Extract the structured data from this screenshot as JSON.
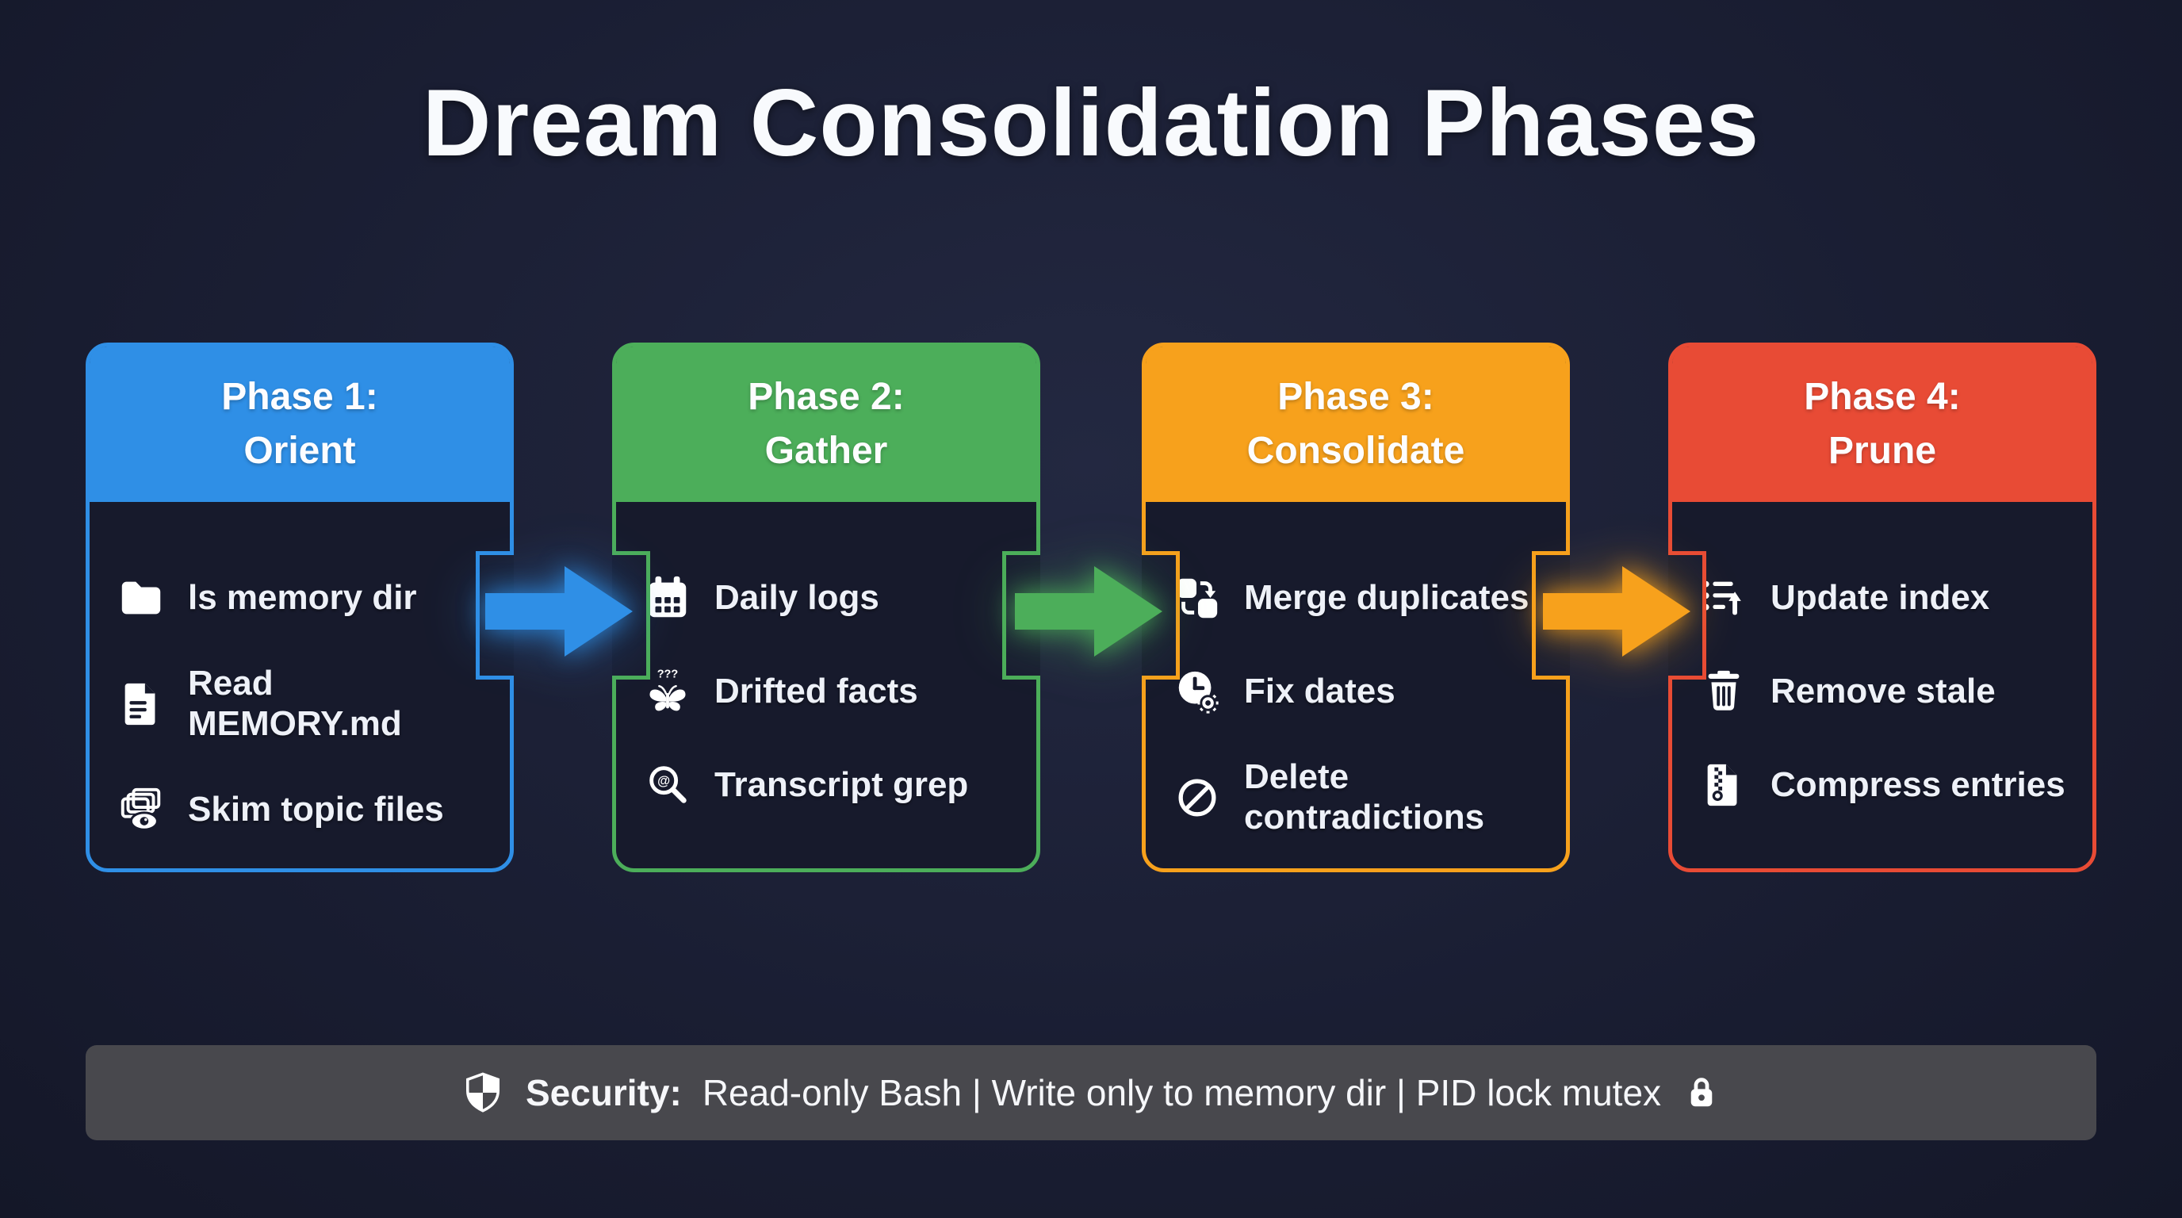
{
  "title": "Dream Consolidation Phases",
  "colors": {
    "background": "#1a1e33",
    "card_body": "#171a2c",
    "phase1_blue": "#2f8fe6",
    "phase2_green": "#4cae5a",
    "phase3_orange": "#f7a11c",
    "phase4_red": "#e84b35",
    "security_bar_bg": "#48484d",
    "text": "#eef1f8"
  },
  "phases": [
    {
      "name": "Phase 1:",
      "subtitle": "Orient",
      "color": "#2f8fe6",
      "items": [
        {
          "icon": "folder-icon",
          "label": "ls memory dir"
        },
        {
          "icon": "document-icon",
          "label": "Read MEMORY.md"
        },
        {
          "icon": "skim-files-eye-icon",
          "label": "Skim topic files"
        }
      ]
    },
    {
      "name": "Phase 2:",
      "subtitle": "Gather",
      "color": "#4cae5a",
      "items": [
        {
          "icon": "calendar-icon",
          "label": "Daily logs"
        },
        {
          "icon": "butterfly-question-icon",
          "label": "Drifted facts"
        },
        {
          "icon": "search-grep-icon",
          "label": "Transcript grep"
        }
      ]
    },
    {
      "name": "Phase 3:",
      "subtitle": "Consolidate",
      "color": "#f7a11c",
      "items": [
        {
          "icon": "merge-icon",
          "label": "Merge duplicates"
        },
        {
          "icon": "clock-gear-icon",
          "label": "Fix dates"
        },
        {
          "icon": "no-entry-icon",
          "label": "Delete contradictions"
        }
      ]
    },
    {
      "name": "Phase 4:",
      "subtitle": "Prune",
      "color": "#e84b35",
      "items": [
        {
          "icon": "list-up-arrow-icon",
          "label": "Update index"
        },
        {
          "icon": "trash-icon",
          "label": "Remove stale"
        },
        {
          "icon": "zip-file-icon",
          "label": "Compress entries"
        }
      ]
    }
  ],
  "arrows": [
    {
      "from": "Phase 1",
      "to": "Phase 2",
      "color": "#2f8fe6"
    },
    {
      "from": "Phase 2",
      "to": "Phase 3",
      "color": "#4cae5a"
    },
    {
      "from": "Phase 3",
      "to": "Phase 4",
      "color": "#f7a11c"
    }
  ],
  "security": {
    "label": "Security:",
    "text": "Read-only Bash | Write only to memory dir | PID lock mutex"
  }
}
